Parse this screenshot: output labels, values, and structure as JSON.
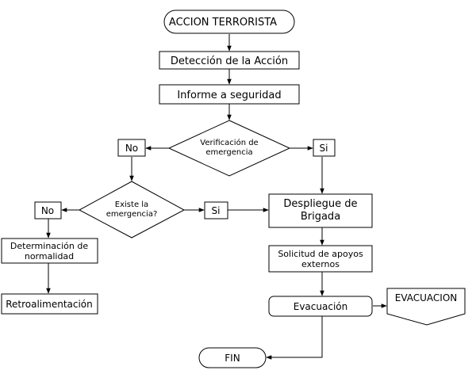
{
  "diagram": {
    "start_label": "ACCION TERRORISTA",
    "detect_label": "Detección de la Acción",
    "report_label": "Informe a seguridad",
    "verify_line1": "Verificación de",
    "verify_line2": "emergencia",
    "no_label": "No",
    "si_label": "Si",
    "exists_line1": "Existe la",
    "exists_line2": "emergencia?",
    "normal_line1": "Determinación de",
    "normal_line2": "normalidad",
    "feedback_label": "Retroalimentación",
    "brigade_line1": "Despliegue de",
    "brigade_line2": "Brigada",
    "support_line1": "Solicitud de apoyos",
    "support_line2": "externos",
    "evac_label": "Evacuación",
    "evac_doc_label": "EVACUACION",
    "end_label": "FIN"
  }
}
